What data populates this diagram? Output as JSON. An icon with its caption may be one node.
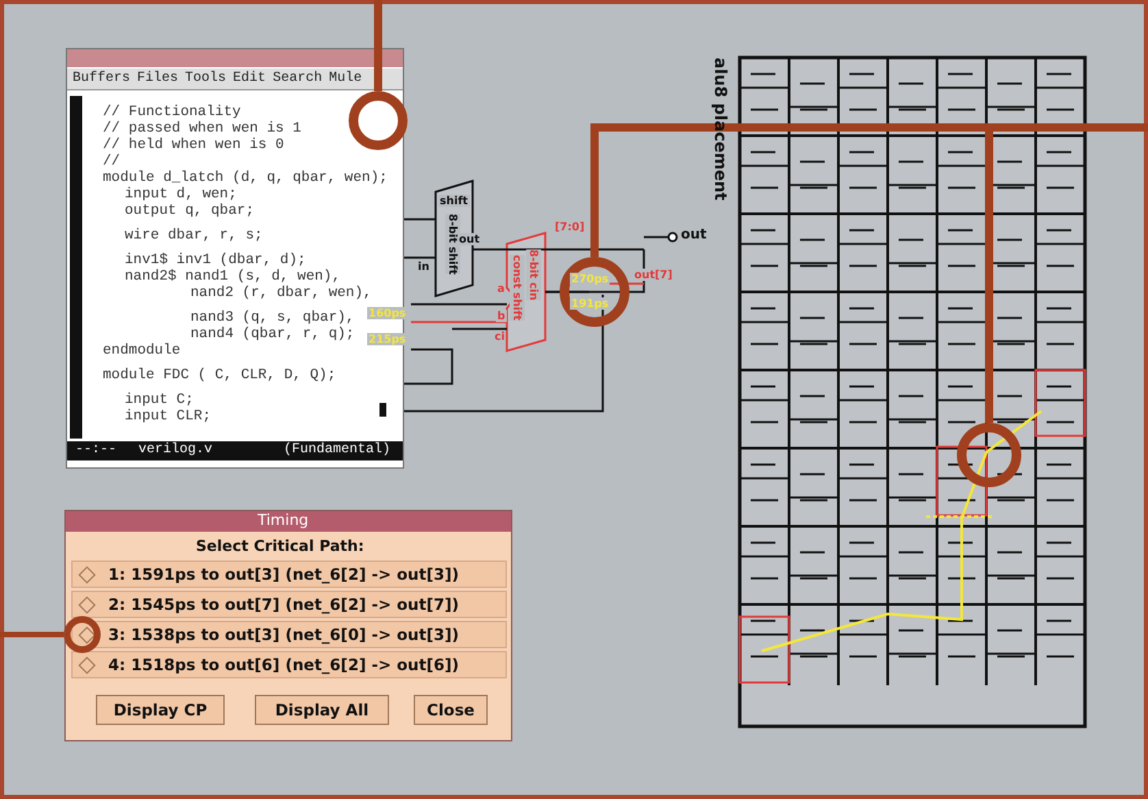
{
  "diagram": {
    "nodes": [
      {
        "text": [],
        "shape": "circle"
      },
      {
        "text": [],
        "shape": "circle"
      },
      {
        "text": [],
        "shape": "circle"
      },
      {
        "text": [],
        "shape": "circle"
      }
    ],
    "edges": [
      {
        "from": null,
        "to": 0,
        "arrow": "none"
      },
      {
        "from": null,
        "to": 1,
        "arrow": "none"
      },
      {
        "from": null,
        "to": 2,
        "arrow": "none"
      },
      {
        "from": null,
        "to": 3,
        "arrow": "none"
      }
    ],
    "labels": [
      "Buffers",
      "Files",
      "Tools",
      "Edit",
      "Search",
      "Mule",
      "// Functionality",
      "// passed when wen is 1",
      "// held when wen is 0",
      "//",
      "module d_latch (d, q, qbar, wen);",
      "input d, wen;",
      "output q, qbar;",
      "wire   dbar, r, s;",
      "inv1$ inv1 (dbar, d);",
      "nand2$ nand1 (s, d, wen),",
      "nand2 (r, dbar, wen),",
      "nand3 (q, s, qbar),",
      "nand4 (qbar, r, q);",
      "endmodule",
      "module FDC ( C, CLR, D, Q);",
      "input C;",
      "input CLR;",
      "--:--",
      "verilog.v",
      "(Fundamental)",
      "shift",
      "8-bit shift",
      "in",
      "out",
      "[7:0]",
      "out",
      "const shift",
      "8-bit cin",
      "a",
      "b",
      "ci",
      "160ps",
      "215ps",
      "270ps",
      "191ps",
      "out[7]",
      "alu8 placement",
      "Timing",
      "Select Critical Path:",
      "1: 1591ps to out[3] (net_6[2] -> out[3])",
      "2: 1545ps to out[7] (net_6[2] -> out[7])",
      "3: 1538ps to out[3] (net_6[0] -> out[3])",
      "4: 1518ps to out[6] (net_6[2] -> out[6])",
      "Display CP",
      "Display All",
      "Close"
    ]
  }
}
